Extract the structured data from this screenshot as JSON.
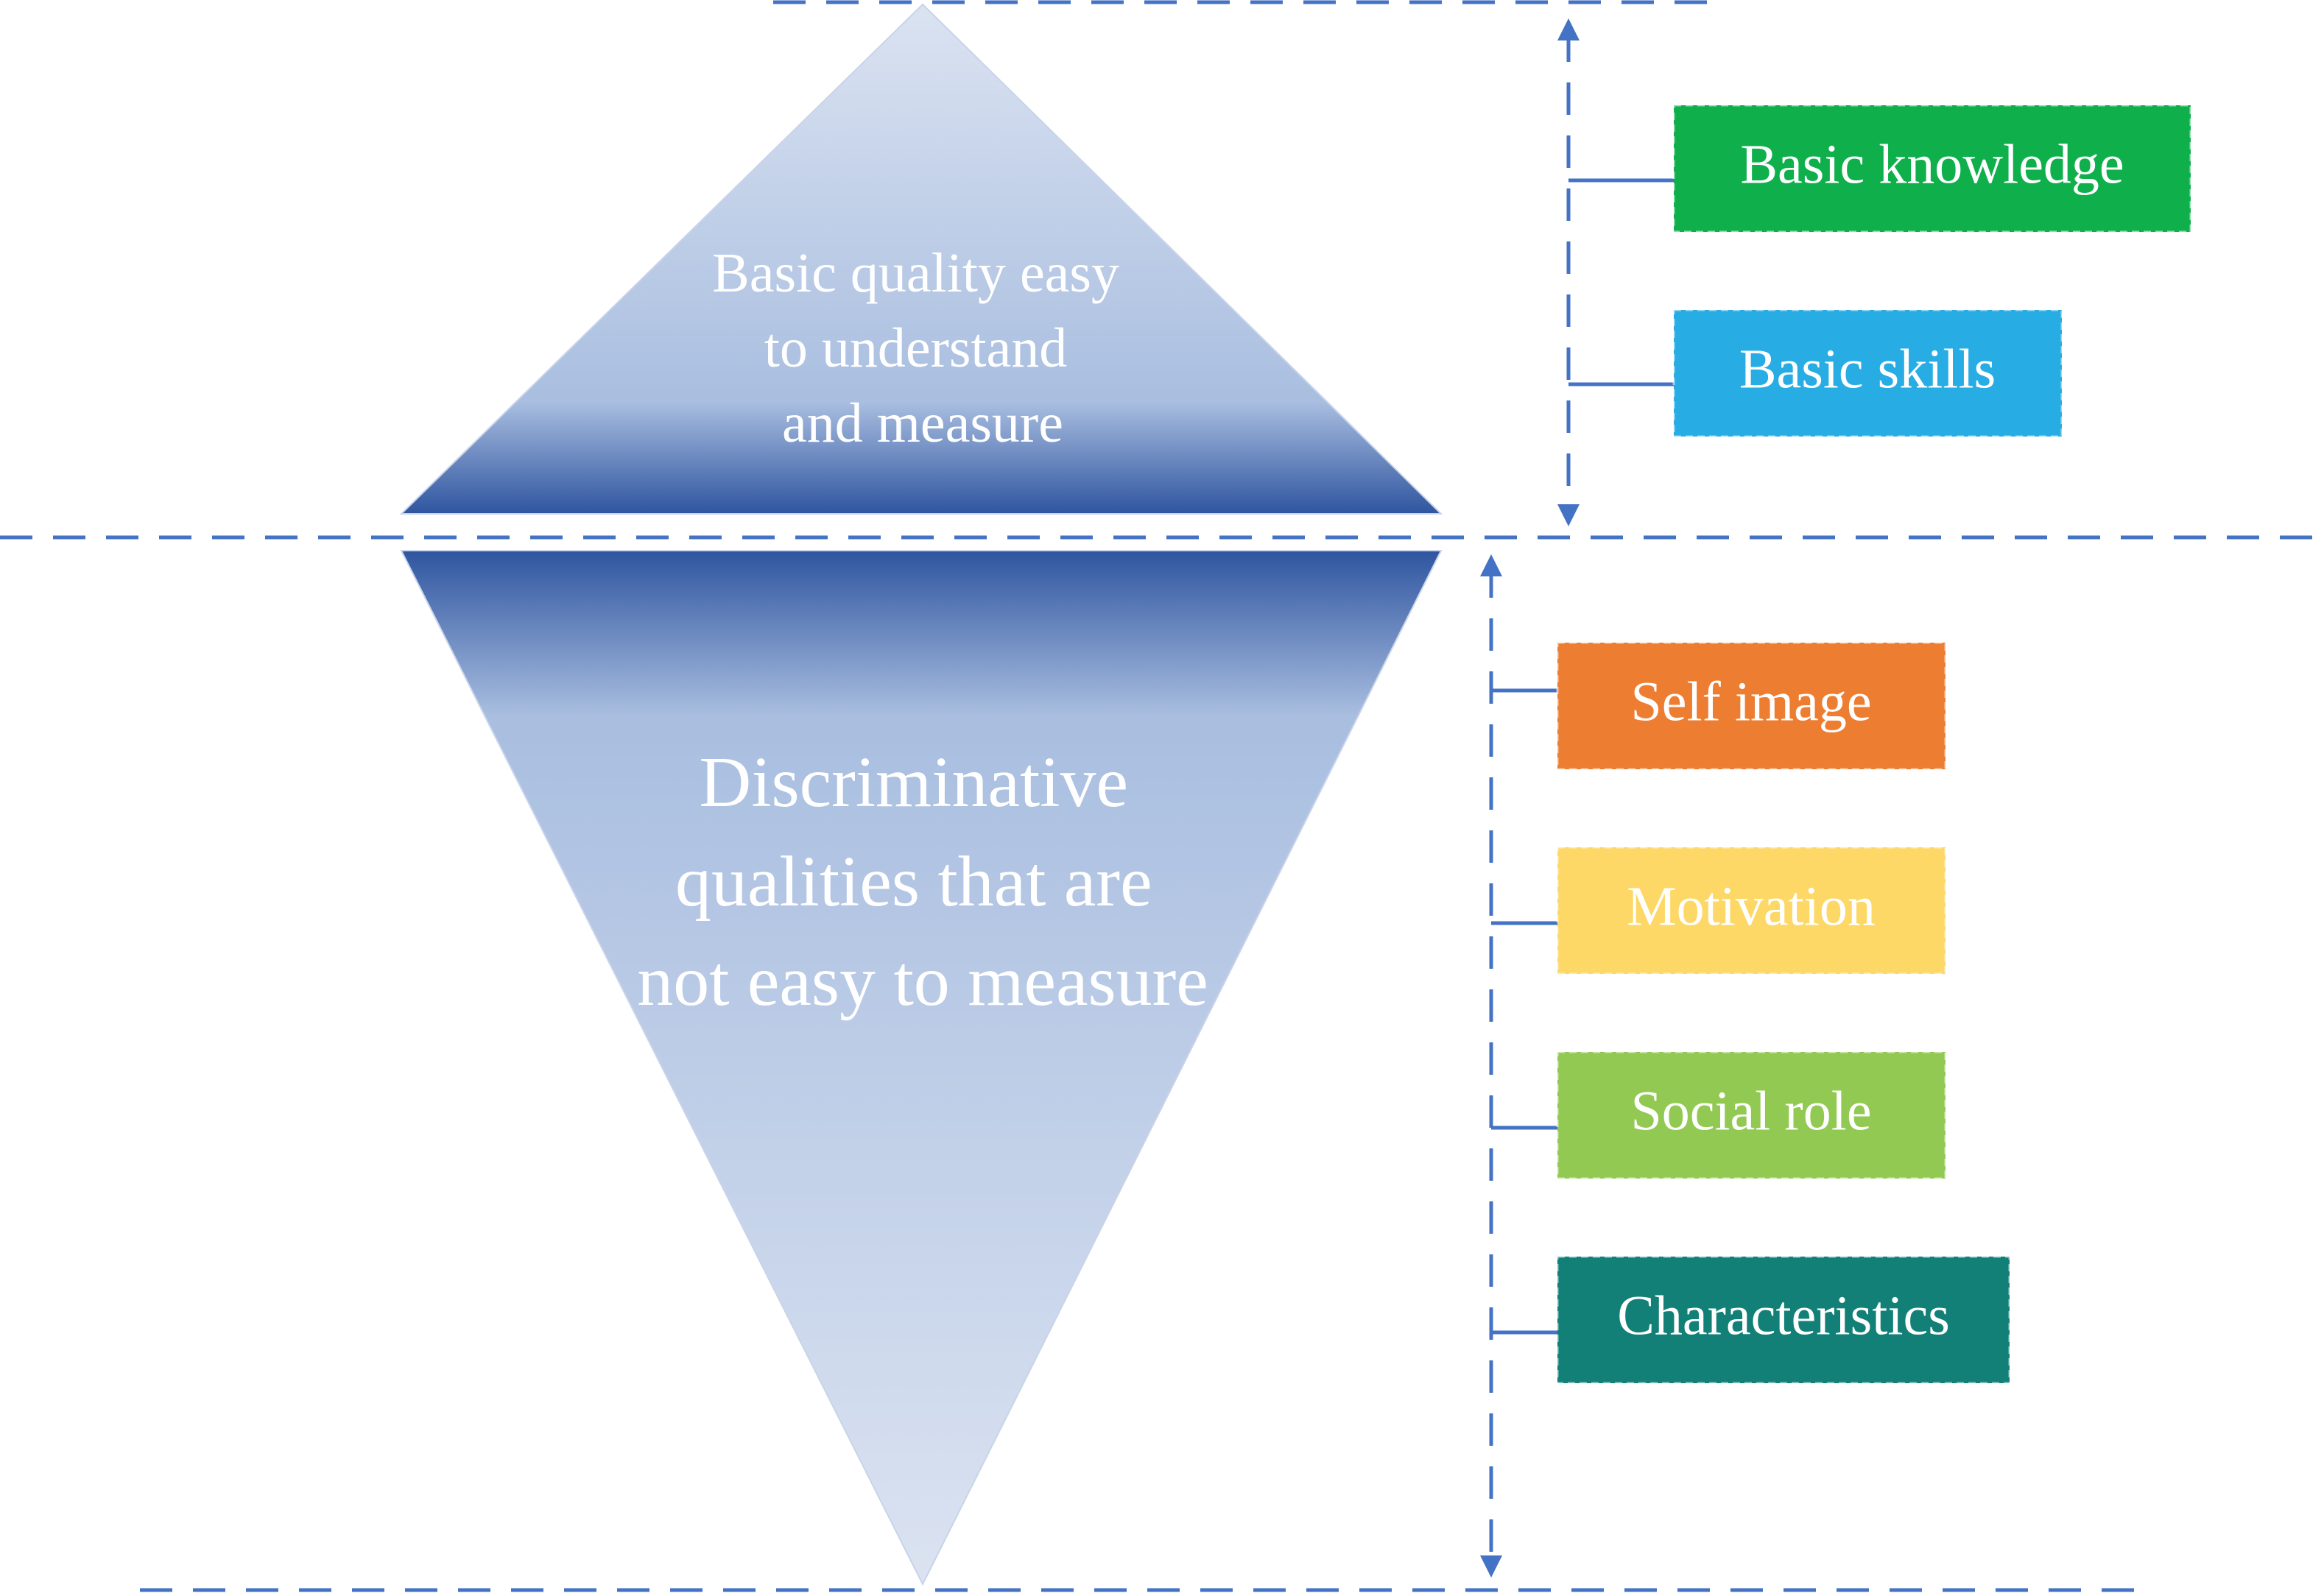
{
  "upper": {
    "text_lines": [
      "Basic quality easy",
      "to understand",
      "and measure"
    ]
  },
  "lower": {
    "text_lines": [
      "Discriminative",
      "qualities that are",
      "not easy to measure"
    ]
  },
  "upper_items": [
    {
      "label": "Basic knowledge",
      "color": "#0fb04c"
    },
    {
      "label": "Basic skills",
      "color": "#27ace4"
    }
  ],
  "lower_items": [
    {
      "label": "Self image",
      "color": "#ed7d31"
    },
    {
      "label": "Motivation",
      "color": "#fdd867"
    },
    {
      "label": "Social role",
      "color": "#92c952"
    },
    {
      "label": "Characteristics",
      "color": "#138078"
    }
  ],
  "colors": {
    "line": "#4472c4",
    "gradient_dark": "#2f55a0",
    "gradient_mid": "#a9bee0",
    "gradient_light": "#dbe3f1"
  }
}
